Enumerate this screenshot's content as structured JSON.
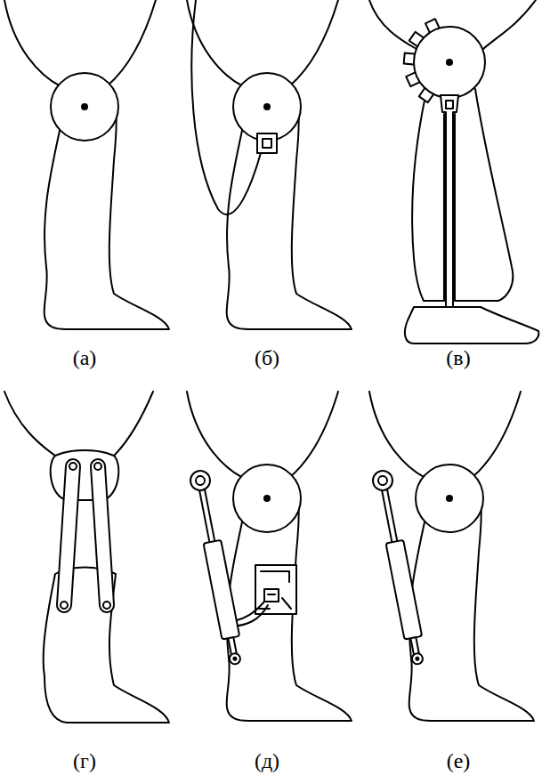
{
  "diagram": {
    "labels": [
      "(а)",
      "(б)",
      "(в)",
      "(г)",
      "(д)",
      "(е)"
    ]
  }
}
